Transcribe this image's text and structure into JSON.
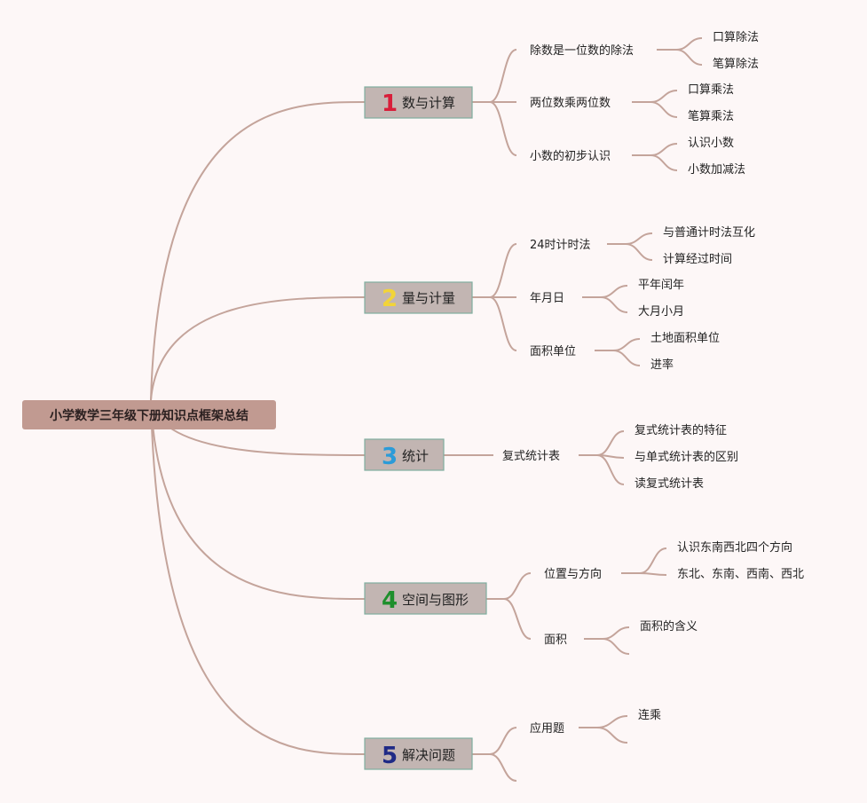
{
  "title": "小学数学三年级下册知识点框架总结",
  "colors": {
    "background": "#fdf7f7",
    "link": "#c4a49b",
    "root_box": "#c19a91",
    "category_box": "#c2b5b2",
    "category_border": "#7fae9f"
  },
  "categories": [
    {
      "number": "1",
      "number_color": "#d81e3a",
      "label": "数与计算",
      "subtopics": [
        {
          "label": "除数是一位数的除法",
          "leaves": [
            "口算除法",
            "笔算除法"
          ]
        },
        {
          "label": "两位数乘两位数",
          "leaves": [
            "口算乘法",
            "笔算乘法"
          ]
        },
        {
          "label": "小数的初步认识",
          "leaves": [
            "认识小数",
            "小数加减法"
          ]
        }
      ]
    },
    {
      "number": "2",
      "number_color": "#f2d438",
      "label": "量与计量",
      "subtopics": [
        {
          "label": "24时计时法",
          "leaves": [
            "与普通计时法互化",
            "计算经过时间"
          ]
        },
        {
          "label": "年月日",
          "leaves": [
            "平年闰年",
            "大月小月"
          ]
        },
        {
          "label": "面积单位",
          "leaves": [
            "土地面积单位",
            "进率"
          ]
        }
      ]
    },
    {
      "number": "3",
      "number_color": "#2b9bd8",
      "label": "统计",
      "subtopics": [
        {
          "label": "复式统计表",
          "leaves": [
            "复式统计表的特征",
            "与单式统计表的区别",
            "读复式统计表"
          ]
        }
      ]
    },
    {
      "number": "4",
      "number_color": "#1e8f2c",
      "label": "空间与图形",
      "subtopics": [
        {
          "label": "位置与方向",
          "leaves": [
            "认识东南西北四个方向",
            "东北、东南、西南、西北"
          ]
        },
        {
          "label": "面积",
          "leaves": [
            "面积的含义",
            ""
          ]
        }
      ]
    },
    {
      "number": "5",
      "number_color": "#1f2a86",
      "label": "解决问题",
      "subtopics": [
        {
          "label": "应用题",
          "leaves": [
            "连乘",
            ""
          ]
        },
        {
          "label": "",
          "leaves": []
        }
      ]
    }
  ]
}
